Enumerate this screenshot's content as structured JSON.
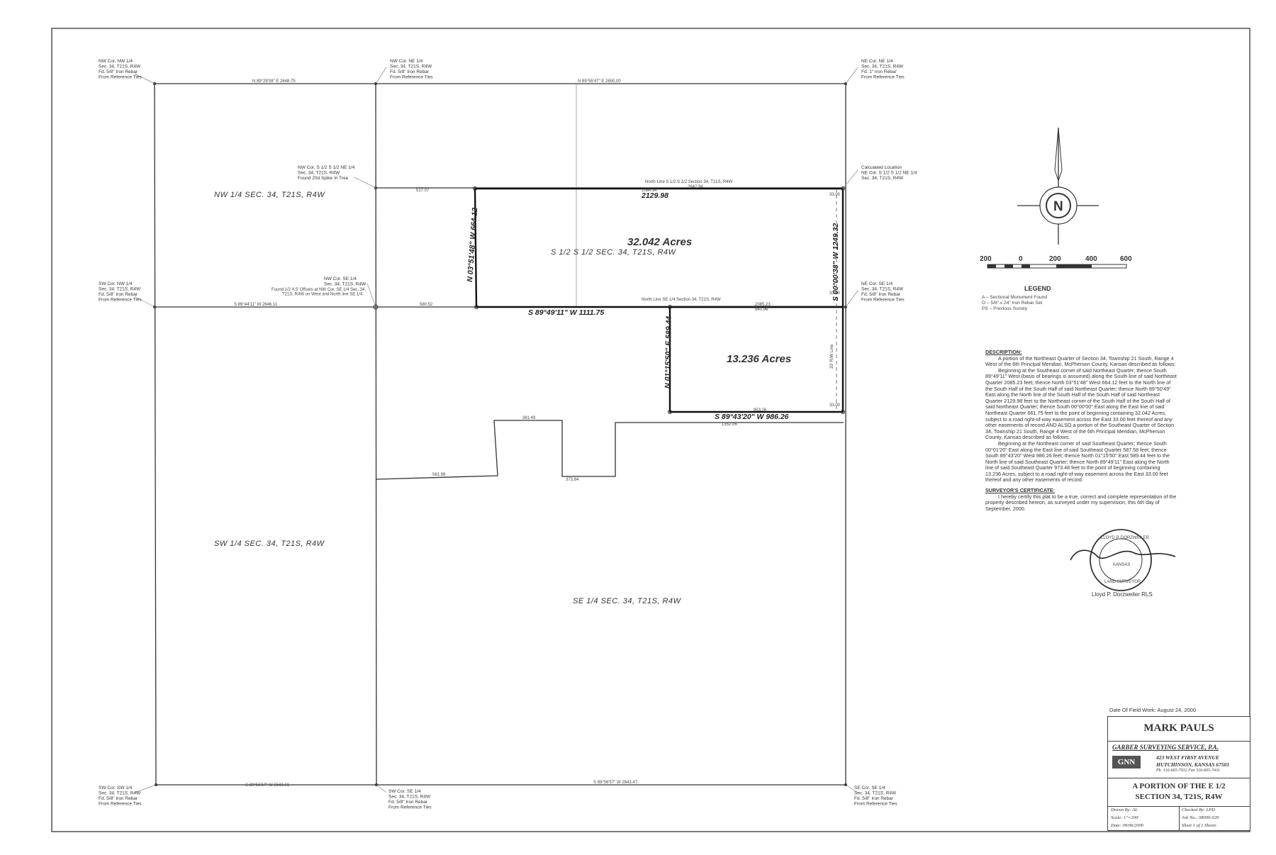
{
  "corners": {
    "nw_cor_nw": [
      "NW Cor. NW 1/4",
      "Sec. 34, T21S, R4W",
      "Fd. 5/8\" Iron Rebar",
      "From Reference Ties"
    ],
    "nw_cor_ne": [
      "NW Cor. NE 1/4",
      "Sec. 34, T21S, R4W",
      "Fd. 5/8\" Iron Rebar",
      "From Reference Ties"
    ],
    "ne_cor_ne": [
      "NE Cor. NE 1/4",
      "Sec. 34, T21S, R4W",
      "Fd. 1\" Iron Rebar",
      "From Reference Ties"
    ],
    "nw_cor_s12": [
      "NW Cor. S 1/2 S 1/2 NE 1/4",
      "Sec. 34, T21S, R4W",
      "Found 20d Spike In Tree"
    ],
    "calc_loc": [
      "Calculated Location",
      "NE Cor. S 1/2 S 1/2 NE 1/4",
      "Sec. 34, T21S, R4W"
    ],
    "sw_cor_nw": [
      "SW Cor. NW 1/4",
      "Sec. 34, T21S, R4W",
      "Fd. 5/8\" Iron Rebar",
      "From Reference Ties"
    ],
    "nw_cor_se": [
      "NW Cor. SE 1/4",
      "Sec. 34, T21S, R4W",
      "Found 1/2 4.5' Offsets at NW Cor. SE 1/4 Sec. 34,",
      "T21S, R4W on West and North line SE 1/4"
    ],
    "ne_cor_se": [
      "NE Cor. SE 1/4",
      "Sec. 34, T21S, R4W",
      "Fd. 5/8\" Iron Rebar",
      "From Reference Ties"
    ],
    "sw_cor_sw": [
      "SW Cor. SW 1/4",
      "Sec. 34, T21S, R4W",
      "Fd. 5/8\" Iron Rebar",
      "From Reference Ties"
    ],
    "sw_cor_se": [
      "SW Cor. SE 1/4",
      "Sec. 34, T21S, R4W",
      "Fd. 5/8\" Iron Rebar",
      "From Reference Ties"
    ],
    "se_cor_se": [
      "SE Cor. SE 1/4",
      "Sec. 34, T21S, R4W",
      "Fd. 5/8\" Iron Rebar",
      "From Reference Ties"
    ]
  },
  "quarters": {
    "nw": "NW 1/4 SEC. 34, T21S, R4W",
    "sw": "SW 1/4 SEC. 34, T21S, R4W",
    "se": "SE 1/4 SEC. 34, T21S, R4W",
    "s12": "S 1/2 S 1/2 SEC. 34, T21S, R4W"
  },
  "tracts": {
    "north_acres": "32.042 Acres",
    "south_acres": "13.236 Acres"
  },
  "bearings": {
    "north_line_tract": "2129.98",
    "west_line_tract": "N 03°51'48\" W 664.12",
    "south_line_tract": "S 89°49'11\" W 1111.75",
    "east_line_tract": "S 00°00'38\" W 1249.32",
    "south_west_line": "N 01°15'50\" E 589.44",
    "south_south_line": "S 89°43'20\" W 986.26",
    "row_line": "33' R/W Line",
    "north_line_label": "North Line S 1/2 S 1/2 Section 34, T21S, R4W",
    "mid_line_label": "North Line SE 1/4 Section 34, T21S, R4W",
    "top_w": "N 89°29'08\" E 2648.75",
    "top_e": "N 89°55'47\" E 2650.00",
    "bot_w": "S 89°56'57\" W 2643.31",
    "bot_e": "S 89°56'57\" W 2643.47",
    "mid_w": "S 89°44'11\" W 2646.11",
    "d_33a": "33.00",
    "d_33b": "33.00",
    "d_33c": "33.00",
    "d_1084": "1084.94",
    "d_2642": "2642.94",
    "d_2085": "2085.23",
    "d_940": "940.96",
    "d_953": "953.26",
    "d_1352": "1352.06",
    "d_381": "381.49",
    "d_581": "581.99",
    "d_373": "373.84",
    "d_517": "517.07",
    "d_580": "580.52"
  },
  "scale": {
    "labels": [
      "200",
      "0",
      "200",
      "400",
      "600"
    ]
  },
  "legend": {
    "title": "LEGEND",
    "rows": [
      "A  –  Sectional Monument Found",
      "O  –  5/8\" x 24\" Iron Rebar Set",
      "PS  –  Previous Survey"
    ]
  },
  "description": {
    "title": "DESCRIPTION:",
    "paragraphs": [
      "A portion of the Northeast Quarter of Section 34, Township 21 South, Range 4 West of the 6th Principal Meridian, McPherson County, Kansas described as follows:",
      "Beginning at the Southeast corner of said Northeast Quarter; thence South 89°49'11\" West (basis of bearings is assumed) along the South line of said Northeast Quarter 2085.23 feet; thence North 03°51'48\" West 664.12 feet to the North line of the South Half of the South Half of said Northeast Quarter; thence North 89°50'49\" East along the North line of the South Half of the South Half of said Northeast Quarter 2129.98 feet to the Northeast corner of the South Half of the South Half of said Northeast Quarter; thence South 00°00'00\" East along the East line of said Northeast Quarter 661.75 feet to the point of beginning containing 32.042 Acres, subject to a road right-of-way easement across the East 33.00 feet thereof and any other easements of record AND ALSO a portion of the Southeast Quarter of Section 34, Township 21 South, Range 4 West of the 6th Principal Meridian, McPherson County, Kansas described as follows:",
      "Beginning at the Northeast corner of said Southeast Quarter; thence South 00°01'20\" East along the East line of said Southeast Quarter 587.58 feet; thence South 89°43'20\" West 986.26 feet; thence North 01°15'50\" East 589.44 feet to the North line of said Southeast Quarter; thence North 89°49'11\" East along the North line of said Southeast Quarter 973.48 feet to the point of beginning containing 13.236 Acres, subject to a road right-of-way easement across the East 33.00 feet thereof and any other easements of record."
    ]
  },
  "certificate": {
    "title": "SURVEYOR'S CERTIFICATE:",
    "text": "I hereby certify this plat to be a true, correct and complete representation of the property described hereon, as surveyed under my supervision, this 6th day of September, 2000.",
    "seal_text": [
      "LLOYD P. DORZWEILER",
      "KANSAS",
      "LAND SURVEYOR"
    ],
    "signer": "Lloyd P. Dorzweiler  RLS"
  },
  "title_block": {
    "field_date": "Date Of Field Work:  August 24, 2000",
    "client": "MARK PAULS",
    "company": "GARBER SURVEYING SERVICE, P.A.",
    "logo": "GNN",
    "address1": "423 WEST FIRST AVENUE",
    "address2": "HUTCHINSON, KANSAS 67501",
    "phone": "Ph. 316-665-7032  Fax 316-665-7431",
    "project1": "A PORTION OF THE E 1/2",
    "project2": "SECTION 34, T21S, R4W",
    "drawn": "Drawn By: AL",
    "checked": "Checked By: LPD",
    "scale": "Scale: 1\"=200'",
    "job": "Job No.: 08000-029",
    "date": "Date: 09/06/2000",
    "sheet": "Sheet 1 of 1 Sheets"
  }
}
